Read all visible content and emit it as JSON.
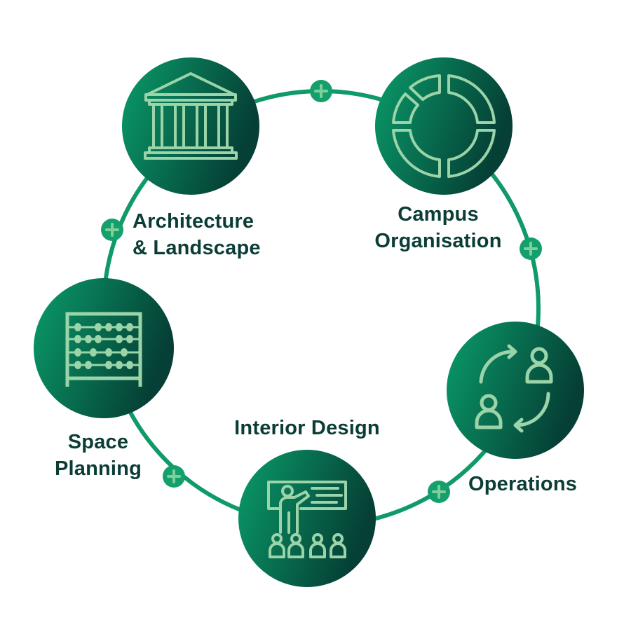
{
  "diagram": {
    "type": "cycle",
    "colors": {
      "ring": "#0f9a68",
      "plus_node": "#14a06c",
      "plus_glyph": "#7fcf9a",
      "circle_gradient_start": "#0a9c6a",
      "circle_gradient_end": "#053f35",
      "icon_stroke": "#9ad4a8",
      "label_text": "#0b3d36"
    },
    "nodes": [
      {
        "id": "architecture",
        "icon": "classical-building-icon",
        "label_line1": "Architecture",
        "label_line2": "& Landscape"
      },
      {
        "id": "campus",
        "icon": "segmented-ring-chart-icon",
        "label_line1": "Campus",
        "label_line2": "Organisation"
      },
      {
        "id": "operations",
        "icon": "people-exchange-cycle-icon",
        "label_line1": "Operations",
        "label_line2": ""
      },
      {
        "id": "interior",
        "icon": "presentation-teacher-icon",
        "label_line1": "Interior Design",
        "label_line2": ""
      },
      {
        "id": "space",
        "icon": "abacus-icon",
        "label_line1": "Space",
        "label_line2": "Planning"
      }
    ],
    "connectors": [
      {
        "between": [
          "architecture",
          "campus"
        ],
        "icon": "plus-icon",
        "symbol": "+"
      },
      {
        "between": [
          "campus",
          "operations"
        ],
        "icon": "plus-icon",
        "symbol": "+"
      },
      {
        "between": [
          "operations",
          "interior"
        ],
        "icon": "plus-icon",
        "symbol": "+"
      },
      {
        "between": [
          "interior",
          "space"
        ],
        "icon": "plus-icon",
        "symbol": "+"
      },
      {
        "between": [
          "space",
          "architecture"
        ],
        "icon": "plus-icon",
        "symbol": "+"
      }
    ]
  }
}
